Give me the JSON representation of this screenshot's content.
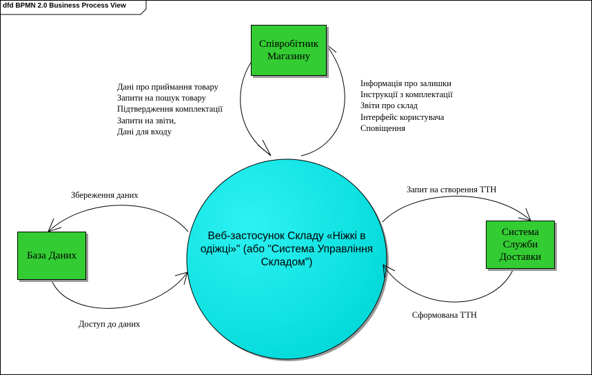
{
  "diagram": {
    "title": "dfd BPMN 2.0 Business Process View",
    "process": {
      "label": "Веб-застосунок Складу «Ніжкі в одіжці»\" (або \"Система Управління Складом\")"
    },
    "entities": {
      "employee": {
        "label": "Співробітник Магазину"
      },
      "database": {
        "label": "База Даних"
      },
      "delivery": {
        "label": "Система Служби Доставки"
      }
    },
    "flows": {
      "employee_to_process": [
        "Дані про приймання товару",
        "Запити на пошук товару",
        "Підтвердження комплектації",
        "Запити на звіти,",
        "Дані для входу"
      ],
      "process_to_employee": [
        "Інформація про залишки",
        "Інструкції з комплектації",
        "Звіти про склад",
        "Інтерфейс користувача",
        "Сповіщення"
      ],
      "process_to_database": "Збереження даних",
      "database_to_process": "Доступ до даних",
      "process_to_delivery": "Запит на створення ТТН",
      "delivery_to_process": "Сформована ТТН"
    },
    "colors": {
      "process_fill": "#00e0e0",
      "entity_fill": "#33cc33",
      "line": "#000000",
      "shadow": "#9a9a9a"
    }
  }
}
